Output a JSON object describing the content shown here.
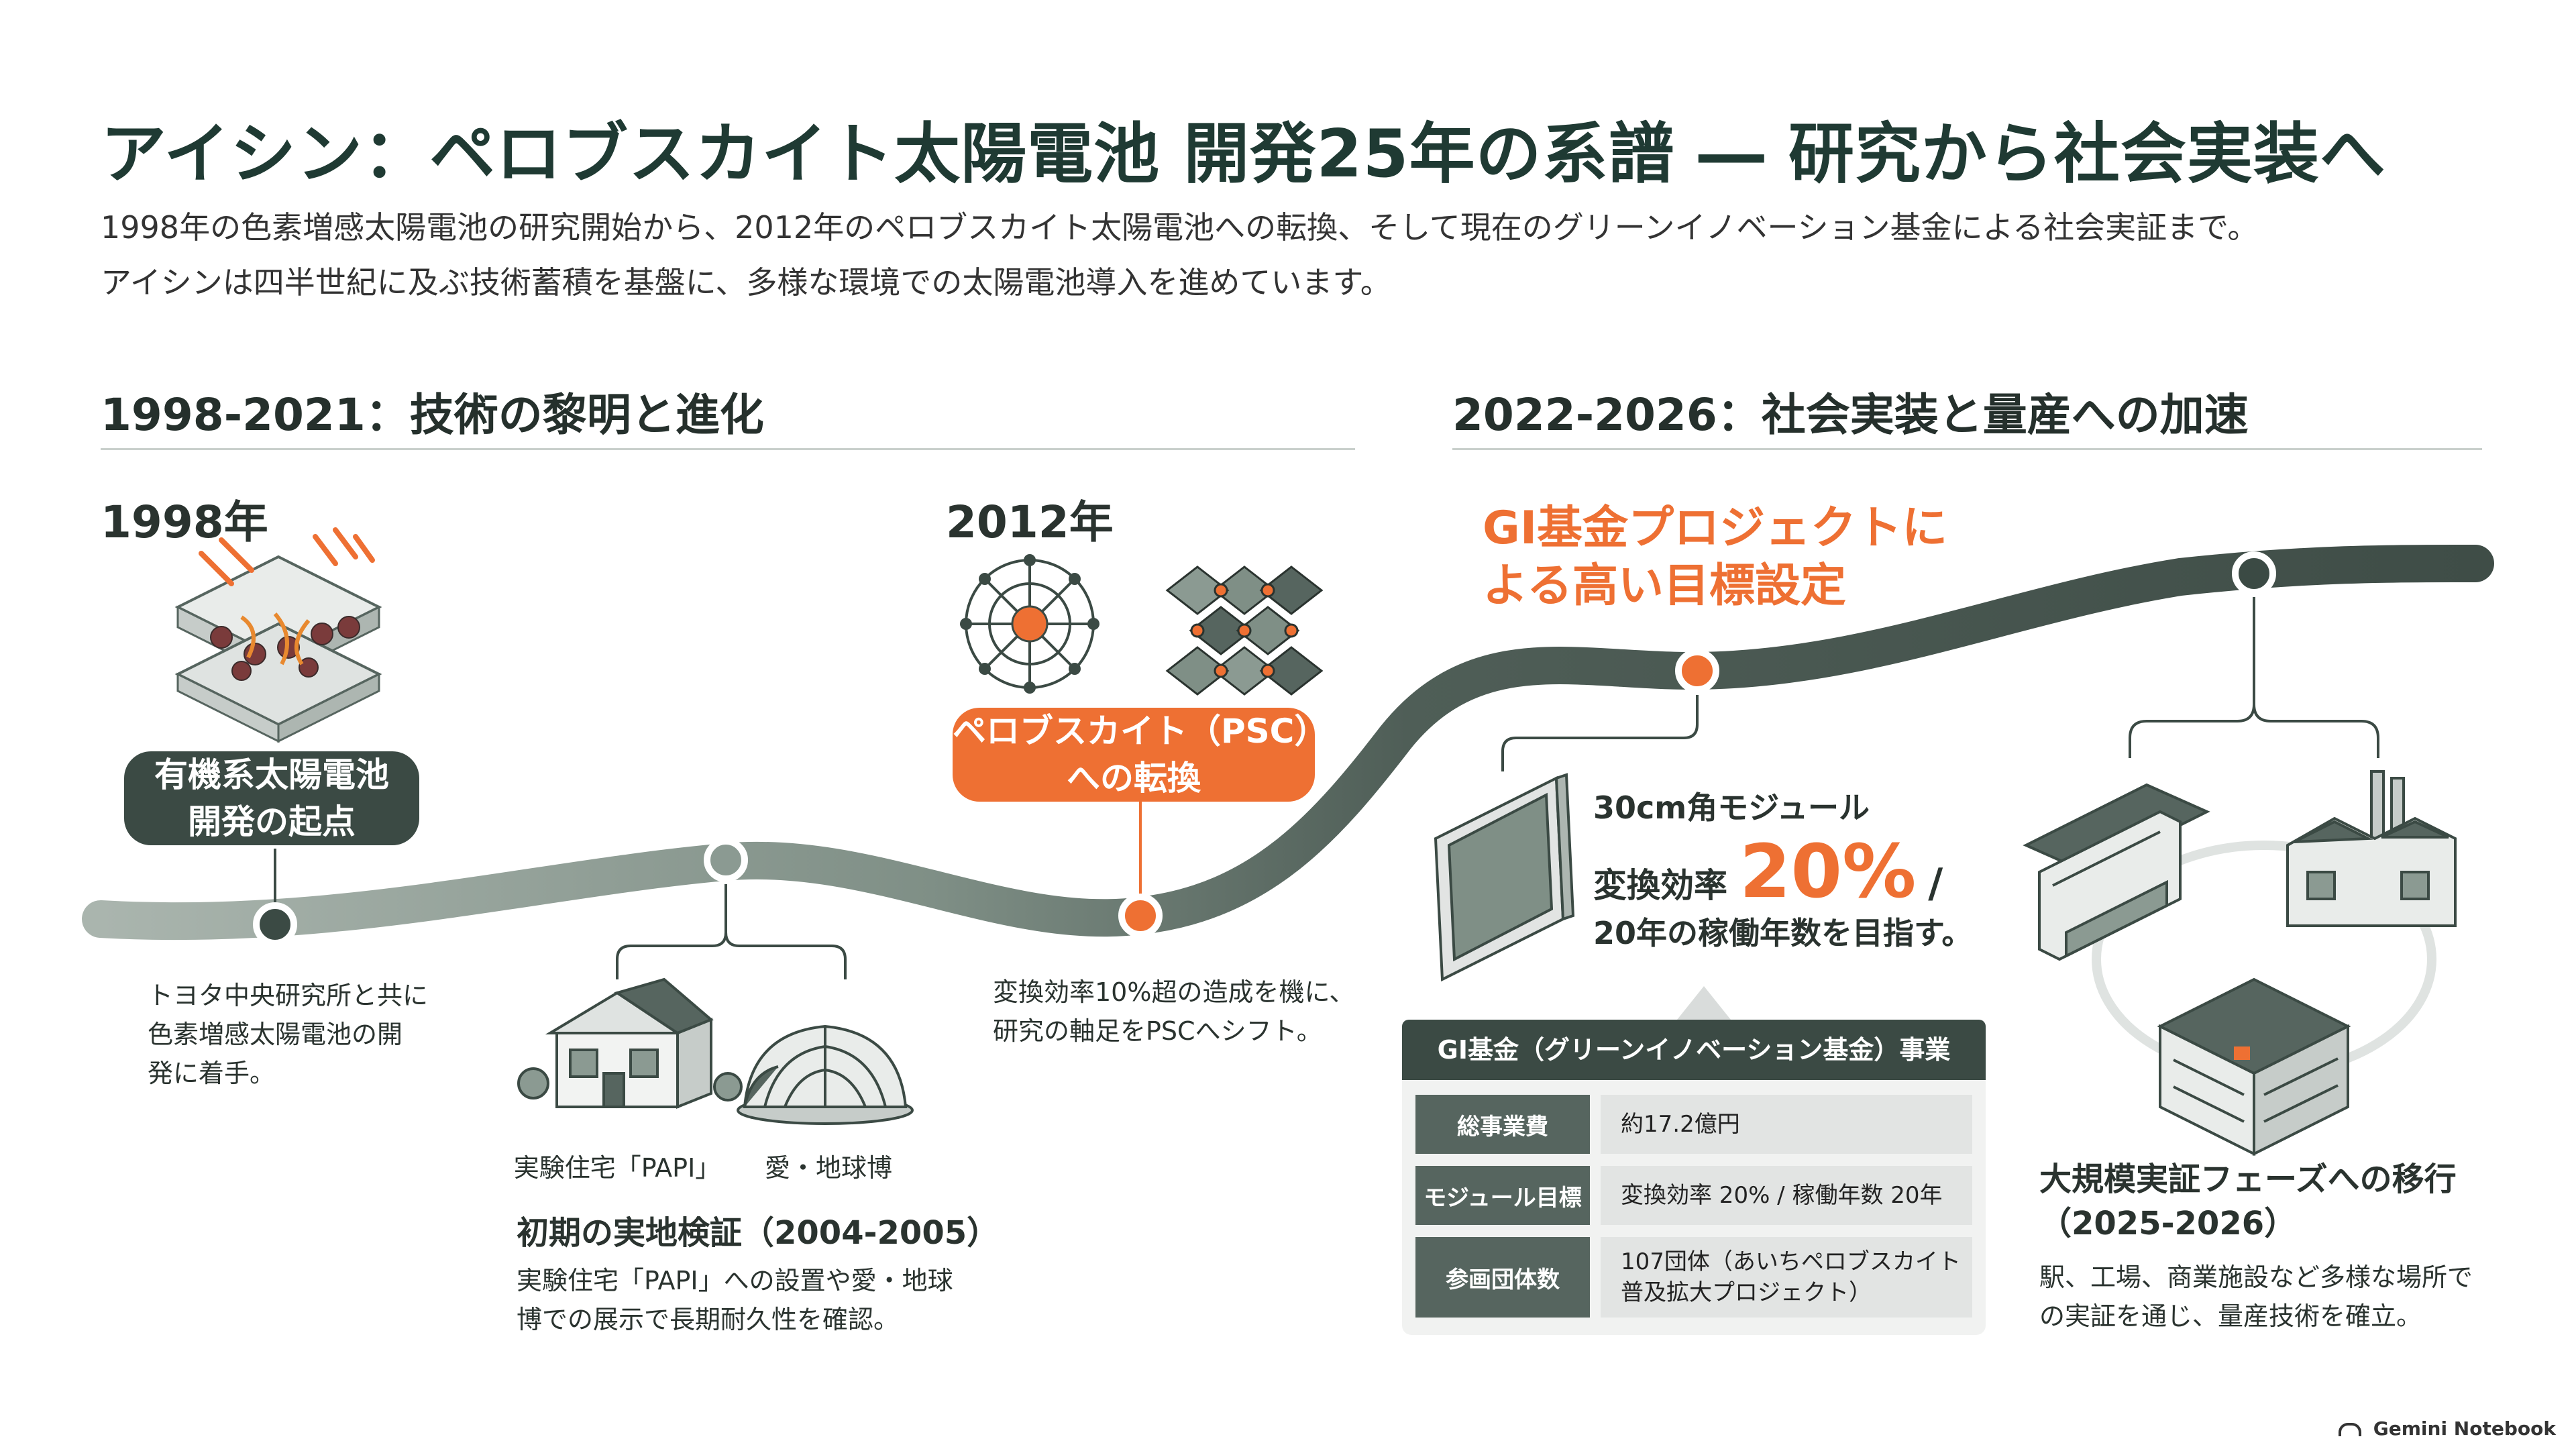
{
  "header": {
    "title": "アイシン：ペロブスカイト太陽電池 開発25年の系譜 ― 研究から社会実装へ",
    "subtitle_line1": "1998年の色素増感太陽電池の研究開始から、2012年のペロブスカイト太陽電池への転換、そして現在のグリーンイノベーション基金による社会実証まで。",
    "subtitle_line2": "アイシンは四半世紀に及ぶ技術蓄積を基盤に、多様な環境での太陽電池導入を進めています。"
  },
  "sections": {
    "left": "1998-2021：技術の黎明と進化",
    "right": "2022-2026：社会実装と量産への加速"
  },
  "m1998": {
    "year": "1998年",
    "pill_line1": "有機系太陽電池",
    "pill_line2": "開発の起点",
    "desc_line1": "トヨタ中央研究所と共に",
    "desc_line2": "色素増感太陽電池の開",
    "desc_line3": "発に着手。"
  },
  "early": {
    "cap_papi": "実験住宅「PAPI」",
    "cap_expo": "愛・地球博",
    "title": "初期の実地検証（2004-2005）",
    "desc_line1": "実験住宅「PAPI」への設置や愛・地球",
    "desc_line2": "博での展示で長期耐久性を確認。"
  },
  "m2012": {
    "year": "2012年",
    "pill_line1": "ペロブスカイト（PSC）",
    "pill_line2": "への転換",
    "desc_line1": "変換効率10%超の造成を機に、",
    "desc_line2": "研究の軸足をPSCへシフト。"
  },
  "gi": {
    "headline_line1": "GI基金プロジェクトに",
    "headline_line2": "よる高い目標設定",
    "module": "30cm角モジュール",
    "eff_prefix": "変換効率",
    "eff_value": "20%",
    "eff_suffix": "/",
    "years": "20年の稼働年数を目指す。",
    "table_title": "GI基金（グリーンイノベーション基金）事業",
    "rows": [
      {
        "label": "総事業費",
        "value": "約17.2億円"
      },
      {
        "label": "モジュール目標",
        "value": "変換効率 20% / 稼働年数 20年"
      },
      {
        "label": "参画団体数",
        "value_line1": "107団体（あいちペロブスカイト",
        "value_line2": "普及拡大プロジェクト）"
      }
    ]
  },
  "large": {
    "title_line1": "大規模実証フェーズへの移行",
    "title_line2": "（2025-2026）",
    "desc_line1": "駅、工場、商業施設など多様な場所で",
    "desc_line2": "の実証を通じ、量産技術を確立。"
  },
  "brand": "Gemini Notebook",
  "colors": {
    "dark": "#3b4a44",
    "orange": "#ee7033",
    "path_light": "#9aa89f"
  }
}
